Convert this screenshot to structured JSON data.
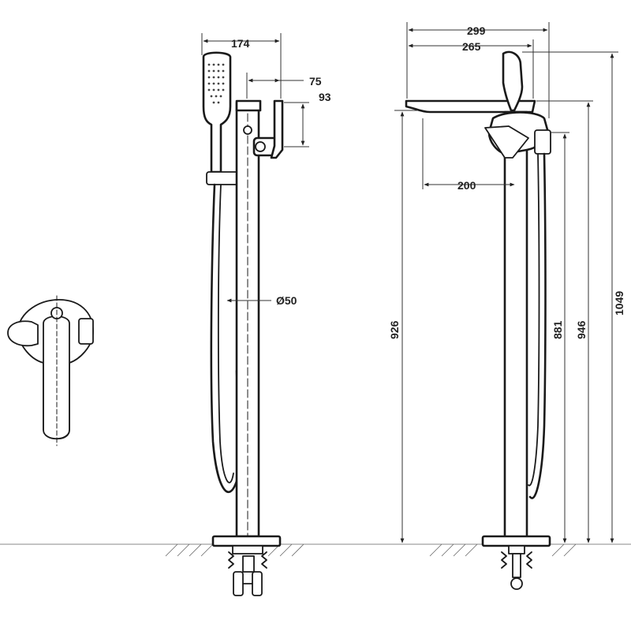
{
  "drawing": {
    "dimensions": {
      "side_width": "174",
      "spout_reach": "75",
      "lever_height": "93",
      "body_diameter": "Ø50",
      "front_total_width": "299",
      "front_spout_width": "265",
      "front_spout_offset": "200",
      "height_spout": "926",
      "height_hose_outlet": "881",
      "height_mixer": "946",
      "height_total": "1049"
    }
  }
}
